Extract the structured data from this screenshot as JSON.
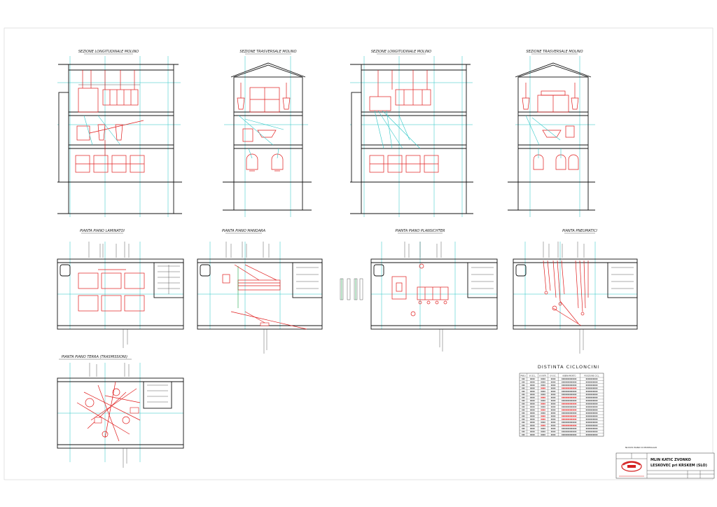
{
  "views": {
    "section_long_1": "SEZIONE LONGITUDINALE MOLINO",
    "section_trans_1": "SEZIONE TRASVERSALE MOLINO",
    "section_long_2": "SEZIONE LONGITUDINALE MOLINO",
    "section_trans_2": "SEZIONE TRASVERSALE MOLINO",
    "plan_laminatoi": "PIANTA PIANO LAMINATOI",
    "plan_mandara": "PIANTA PIANO MANDARA",
    "plan_plansichter": "PIANTA PIANO PLANSICHTER",
    "plan_pneumatici": "PIANTA PNEUMATICI",
    "plan_terra": "PIANTA PIANO TERRA (TRASMISSIONI)"
  },
  "cyclone_list": {
    "title": "DISTINTA CICLONCINI",
    "headers": [
      "PNEU.",
      "Ø CICL.",
      "Ø ENTR.",
      "Ø USC.",
      "ABBINAMENTO",
      "POSIZIONE CICL."
    ],
    "rows": [
      {
        "red": false
      },
      {
        "red": false
      },
      {
        "red": false
      },
      {
        "red": true
      },
      {
        "red": false
      },
      {
        "red": false
      },
      {
        "red": true
      },
      {
        "red": false
      },
      {
        "red": true
      },
      {
        "red": false
      },
      {
        "red": true
      },
      {
        "red": false
      },
      {
        "red": true
      },
      {
        "red": true
      },
      {
        "red": false
      },
      {
        "red": true
      },
      {
        "red": false
      },
      {
        "red": false
      },
      {
        "red": false
      }
    ]
  },
  "title_block": {
    "note": "NUOVO PIANO DI MONTAGGIO",
    "client_line1": "MLIN KATIC ZVONKO",
    "client_line2": "LESKOVEC pri KRSKEM (SLO)"
  },
  "colors": {
    "walls": "#111111",
    "grid": "#22c4c4",
    "machines": "#e01c1c",
    "pipes": "#33c8c8",
    "green_lines": "#1aa34a",
    "logo": "#d42020"
  }
}
